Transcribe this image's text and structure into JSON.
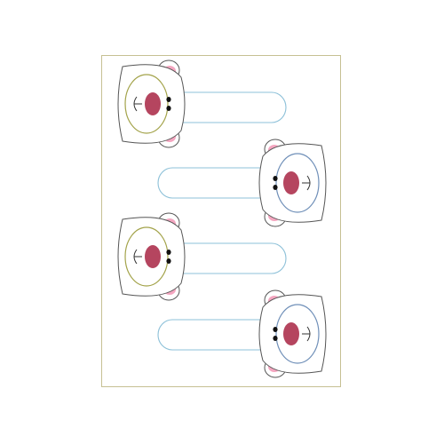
{
  "colors": {
    "sheet_border": "#c6c093",
    "head_outline": "#555555",
    "ear_pink": "#f4a6c0",
    "nose": "#b5455f",
    "eye": "#111111",
    "muzzle_left": "#a3a34a",
    "muzzle_right": "#6f8fb8",
    "tab_outline": "#8cc0d8"
  },
  "labels": [
    {
      "side": "left"
    },
    {
      "side": "right"
    },
    {
      "side": "left"
    },
    {
      "side": "right"
    }
  ]
}
